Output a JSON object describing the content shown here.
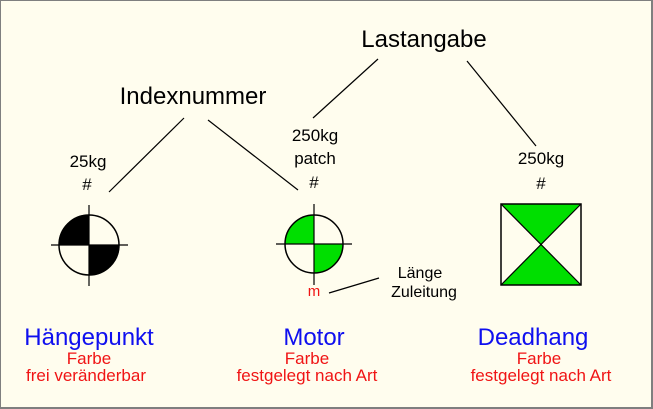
{
  "palette": {
    "background": "#FFFDEE",
    "border": "#7F7F7F",
    "black": "#000000",
    "blue": "#0F0FEF",
    "red": "#F01414",
    "green": "#00DF00"
  },
  "annotations": {
    "lastangabe_label": "Lastangabe",
    "indexnummer_label": "Indexnummer",
    "laenge_line1": "Länge",
    "laenge_line2": "Zuleitung"
  },
  "symbols": [
    {
      "id": "haengepunkt",
      "load_label": "25kg",
      "index_placeholder": "#",
      "title": "Hängepunkt",
      "color_line1": "Farbe",
      "color_line2": "frei veränderbar"
    },
    {
      "id": "motor",
      "load_label": "250kg",
      "patch_label": "patch",
      "index_placeholder": "#",
      "unit_label": "m",
      "title": "Motor",
      "color_line1": "Farbe",
      "color_line2": "festgelegt nach Art"
    },
    {
      "id": "deadhang",
      "load_label": "250kg",
      "index_placeholder": "#",
      "title": "Deadhang",
      "color_line1": "Farbe",
      "color_line2": "festgelegt nach Art"
    }
  ]
}
